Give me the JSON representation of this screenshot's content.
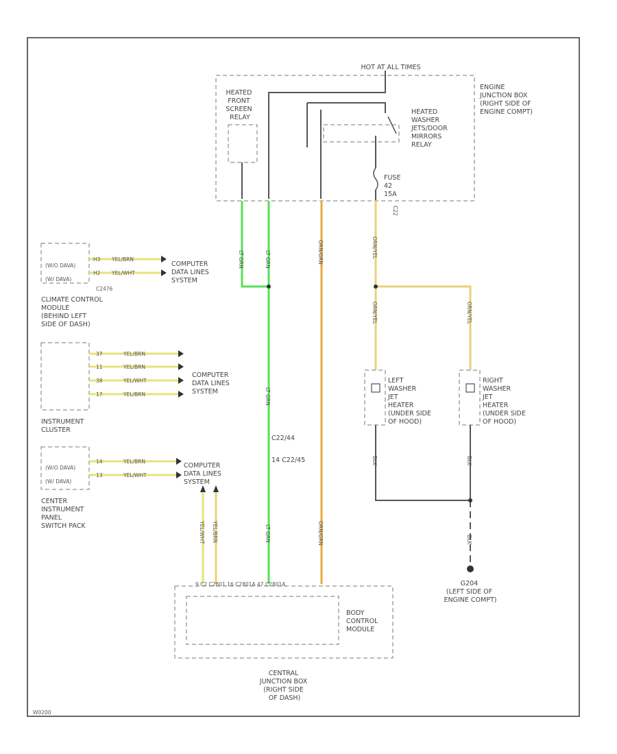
{
  "diagram": {
    "power_label": "HOT AT ALL TIMES",
    "engine_box_label": [
      "ENGINE",
      "JUNCTION BOX",
      "(RIGHT SIDE OF",
      "ENGINE COMPT)"
    ],
    "heated_front_relay": [
      "HEATED",
      "FRONT",
      "SCREEN",
      "RELAY"
    ],
    "washer_relay": [
      "HEATED",
      "WASHER",
      "JETS/DOOR",
      "MIRRORS",
      "RELAY"
    ],
    "fuse": [
      "FUSE",
      "42",
      "15A"
    ],
    "climate_module": {
      "label": [
        "CLIMATE CONTROL",
        "MODULE",
        "(BEHIND LEFT",
        "SIDE OF DASH)"
      ],
      "box_text": [
        "(W/O DAVA)",
        "(W/ DAVA)"
      ],
      "pins": [
        "H3",
        "H2"
      ],
      "wires": [
        "YEL/BRN",
        "YEL/WHT"
      ],
      "connector": "C2476",
      "dest": [
        "COMPUTER",
        "DATA LINES",
        "SYSTEM"
      ]
    },
    "instrument_cluster": {
      "label": [
        "INSTRUMENT",
        "CLUSTER"
      ],
      "pins": [
        "37",
        "11",
        "38",
        "17"
      ],
      "wires": [
        "YEL/BRN",
        "YEL/BRN",
        "YEL/WHT",
        "YEL/BRN"
      ],
      "dest": [
        "COMPUTER",
        "DATA LINES",
        "SYSTEM"
      ]
    },
    "center_panel": {
      "label": [
        "CENTER",
        "INSTRUMENT",
        "PANEL",
        "SWITCH PACK"
      ],
      "box_text": [
        "(W/O DAVA)",
        "(W/ DAVA)"
      ],
      "pins": [
        "14",
        "13"
      ],
      "wires": [
        "YEL/BRN",
        "YEL/WHT"
      ],
      "dest": [
        "COMPUTER",
        "DATA LINES",
        "SYSTEM"
      ]
    },
    "wire_labels": {
      "green_top": "LT GRN",
      "green_bottom": "LT GRN",
      "orange": "ORN/GRN",
      "fuse_out": "ORN/YEL",
      "splice_left": "ORN/YEL",
      "splice_right": "ORN/YEL",
      "left_ground": "BLK",
      "right_ground": "BLK",
      "ground_bottom": "BLK",
      "yw_vertical": "YEL/WHT",
      "yb_vertical": "YEL/BRN",
      "c22_label": "C22"
    },
    "connector_labels": [
      "C22/44",
      "14 C22/45"
    ],
    "left_heater": [
      "LEFT",
      "WASHER",
      "JET",
      "HEATER",
      "(UNDER SIDE",
      "OF HOOD)"
    ],
    "right_heater": [
      "RIGHT",
      "WASHER",
      "JET",
      "HEATER",
      "(UNDER SIDE",
      "OF HOOD)"
    ],
    "ground": [
      "G204",
      "(LEFT SIDE OF",
      "ENGINE COMPT)"
    ],
    "bcm_label": [
      "BODY",
      "CONTROL",
      "MODULE"
    ],
    "central_box_label": [
      "CENTRAL",
      "JUNCTION BOX",
      "(RIGHT SIDE",
      "OF DASH)"
    ],
    "bcm_pins": "9 C2   C2801     16 C2801A   47 C2801A",
    "footer_code": "W0200"
  }
}
